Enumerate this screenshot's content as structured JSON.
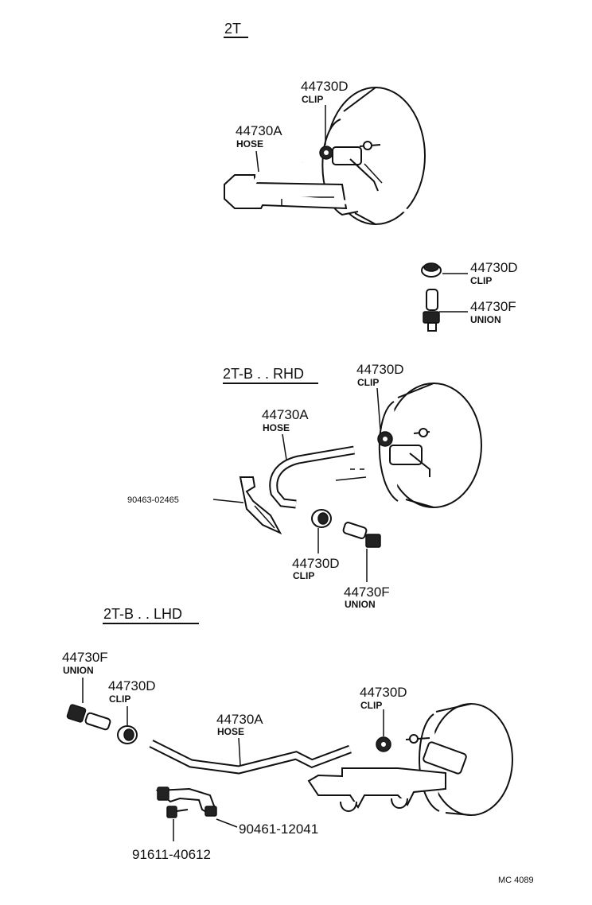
{
  "sections": {
    "s1": {
      "title": "2T",
      "clip_top": {
        "number": "44730D",
        "name": "CLIP"
      },
      "hose": {
        "number": "44730A",
        "name": "HOSE"
      },
      "clip_right": {
        "number": "44730D",
        "name": "CLIP"
      },
      "union_right": {
        "number": "44730F",
        "name": "UNION"
      }
    },
    "s2": {
      "title": "2T-B . . RHD",
      "clip_top": {
        "number": "44730D",
        "name": "CLIP"
      },
      "hose": {
        "number": "44730A",
        "name": "HOSE"
      },
      "bracket": {
        "number": "90463-02465"
      },
      "clip_bottom": {
        "number": "44730D",
        "name": "CLIP"
      },
      "union_bottom": {
        "number": "44730F",
        "name": "UNION"
      }
    },
    "s3": {
      "title": "2T-B . . LHD",
      "union_left": {
        "number": "44730F",
        "name": "UNION"
      },
      "clip_left": {
        "number": "44730D",
        "name": "CLIP"
      },
      "hose": {
        "number": "44730A",
        "name": "HOSE"
      },
      "clip_right": {
        "number": "44730D",
        "name": "CLIP"
      },
      "clamp": {
        "number": "90461-12041"
      },
      "bolt": {
        "number": "91611-40612"
      }
    }
  },
  "footer_code": "MC 4089"
}
